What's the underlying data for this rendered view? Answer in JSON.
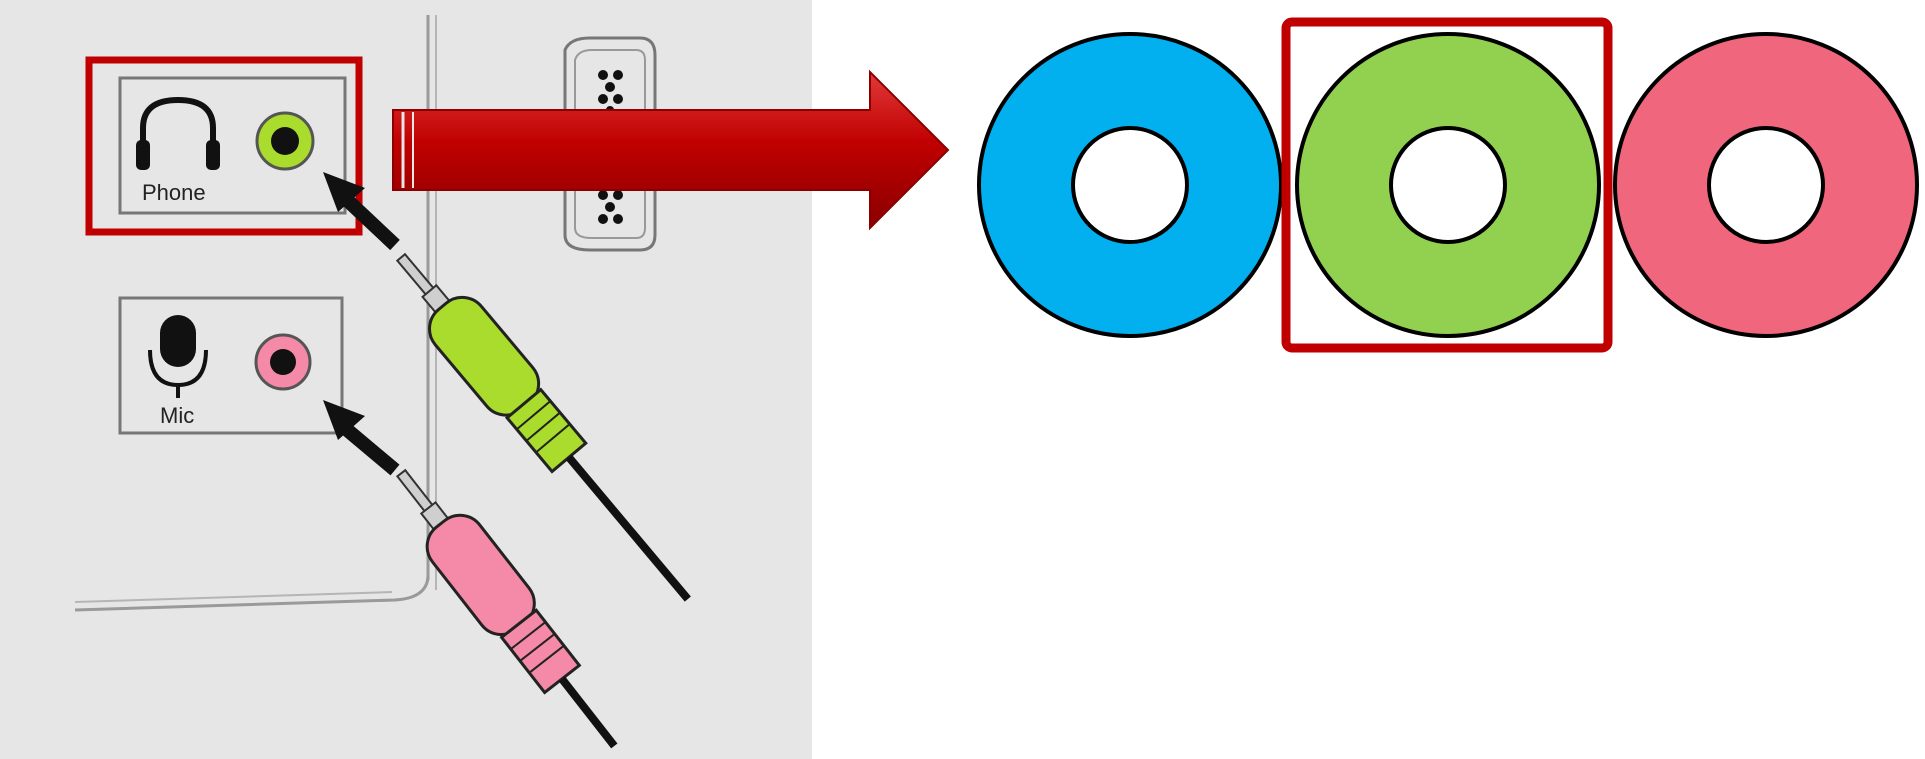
{
  "panel": {
    "background": "#e6e6e6",
    "phone_label": "Phone",
    "mic_label": "Mic"
  },
  "colors": {
    "blue": "#02b0ef",
    "green": "#92d050",
    "pink": "#f0677d",
    "highlight_red": "#c00000",
    "jack_green": "#a9dc2c",
    "jack_pink": "#f48aa7"
  },
  "rings": [
    {
      "name": "blue-ring",
      "color": "#02b0ef",
      "highlighted": false
    },
    {
      "name": "green-ring",
      "color": "#92d050",
      "highlighted": true
    },
    {
      "name": "pink-ring",
      "color": "#f0677d",
      "highlighted": false
    }
  ]
}
